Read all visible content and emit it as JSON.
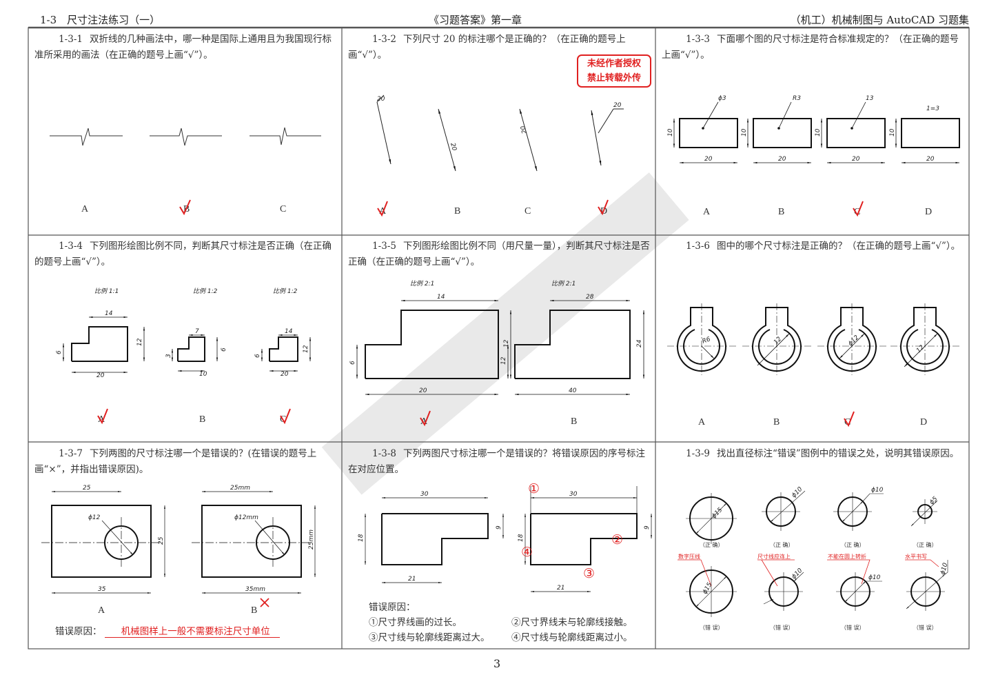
{
  "header": {
    "left": "1-3　尺寸注法练习（一）",
    "center": "《习题答案》第一章",
    "right": "（机工）机械制图与 AutoCAD 习题集"
  },
  "page_number": "3",
  "stamp": {
    "line1": "未经作者授权",
    "line2": "禁止转载外传"
  },
  "questions": [
    {
      "num": "1-3-1",
      "text": "双折线的几种画法中，哪一种是国际上通用且为我国现行标准所采用的画法（在正确的题号上画“√”）。",
      "options": [
        "A",
        "B",
        "C"
      ],
      "answer": "B"
    },
    {
      "num": "1-3-2",
      "text": "下列尺寸 20 的标注哪个是正确的？（在正确的题号上画“√”）。",
      "options": [
        "A",
        "B",
        "C",
        "D"
      ],
      "answer": "A",
      "dim": "20"
    },
    {
      "num": "1-3-3",
      "text": "下面哪个图的尺寸标注是符合标准规定的？（在正确的题号上画“√”）。",
      "options": [
        "A",
        "B",
        "C",
        "D"
      ],
      "answer": "C",
      "dims": [
        "ϕ3",
        "R3",
        "13",
        "1=3",
        "10",
        "20"
      ]
    },
    {
      "num": "1-3-4",
      "text": "下列图形绘图比例不同，判断其尺寸标注是否正确（在正确的题号上画“√”）。",
      "options": [
        "A",
        "B",
        "C"
      ],
      "answer": [
        "A",
        "C"
      ],
      "scales": [
        "比例 1:1",
        "比例 1:2",
        "比例 1:2"
      ],
      "dims_a": [
        "14",
        "12",
        "6",
        "20"
      ],
      "dims_b": [
        "7",
        "6",
        "3",
        "10"
      ],
      "dims_c": [
        "14",
        "12",
        "6",
        "20"
      ]
    },
    {
      "num": "1-3-5",
      "text": "下列图形绘图比例不同（用尺量一量），判断其尺寸标注是否正确（在正确的题号上画“√”）。",
      "options": [
        "A",
        "B"
      ],
      "answer": "A",
      "scales": [
        "比例 2:1",
        "比例 2:1"
      ],
      "dims_a": [
        "14",
        "12",
        "6",
        "20"
      ],
      "dims_b": [
        "28",
        "24",
        "12",
        "40"
      ]
    },
    {
      "num": "1-3-6",
      "text": "图中的哪个尺寸标注是正确的？（在正确的题号上画“√”）。",
      "options": [
        "A",
        "B",
        "C",
        "D"
      ],
      "answer": "C",
      "dims": [
        "R6",
        "12",
        "ϕ12",
        "12"
      ]
    },
    {
      "num": "1-3-7",
      "text": "下列两图的尺寸标注哪一个是错误的？(在错误的题号上画“×”，并指出错误原因)。",
      "options": [
        "A",
        "B"
      ],
      "answer": "B",
      "dims_a": [
        "25",
        "ϕ12",
        "25",
        "35"
      ],
      "dims_b": [
        "25mm",
        "ϕ12mm",
        "25mm",
        "35mm"
      ],
      "reason_label": "错误原因：",
      "reason": "机械图样上一般不需要标注尺寸单位"
    },
    {
      "num": "1-3-8",
      "text": "下列两图尺寸标注哪一个是错误的？将错误原因的序号标注在对应位置。",
      "dims": [
        "30",
        "9",
        "18",
        "21"
      ],
      "markers": [
        "①",
        "②",
        "③",
        "④"
      ],
      "reason_label": "错误原因：",
      "reasons": [
        "①尺寸界线画的过长。",
        "②尺寸界线未与轮廓线接触。",
        "③尺寸线与轮廓线距离过大。",
        "④尺寸线与轮廓线距离过小。"
      ]
    },
    {
      "num": "1-3-9",
      "text": "找出直径标注“错误”图例中的错误之处，说明其错误原因。",
      "correct_label": "（正 确）",
      "wrong_label": "（错 误）",
      "dims": [
        "ϕ15",
        "ϕ10",
        "ϕ10",
        "ϕ5"
      ],
      "notes": [
        "数字压线",
        "尺寸线应连上",
        "不能在圆上转折",
        "水平书写"
      ]
    }
  ],
  "colors": {
    "answer_mark": "#e02020",
    "line": "#111111",
    "border": "#555555"
  }
}
